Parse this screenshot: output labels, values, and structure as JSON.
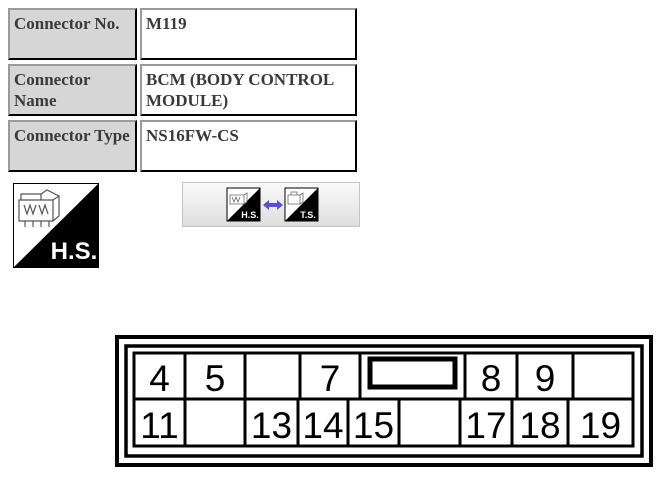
{
  "connector_info": {
    "number": {
      "label": "Connector No.",
      "value": "M119"
    },
    "name": {
      "label": "Connector Name",
      "value": "BCM (BODY CONTROL MODULE)"
    },
    "type": {
      "label": "Connector Type",
      "value": "NS16FW-CS"
    }
  },
  "icons": {
    "harness_side": {
      "name": "harness-side-icon",
      "text": "H.S."
    },
    "view_toggle": {
      "name": "view-toggle-icon",
      "left_text": "H.S.",
      "right_text": "T.S."
    }
  },
  "connector_face": {
    "top_row": [
      "4",
      "5",
      "",
      "7",
      "",
      "8",
      "9",
      ""
    ],
    "bottom_row": [
      "11",
      "",
      "13",
      "14",
      "15",
      "",
      "17",
      "18",
      "19"
    ]
  },
  "colors": {
    "label_bg": "#d6d6d6",
    "arrow": "#5a52c8"
  }
}
